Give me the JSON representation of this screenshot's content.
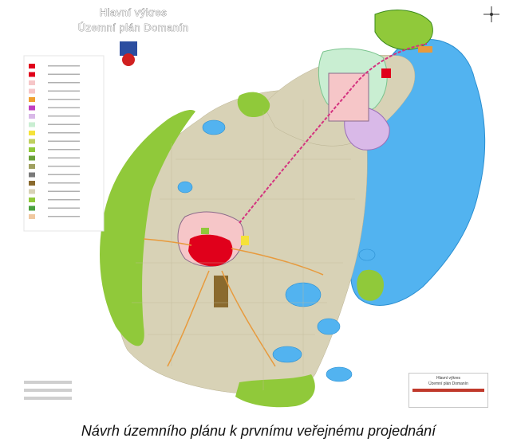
{
  "map": {
    "title_line1": "Hlavní výkres",
    "title_line2": "Územní plán Domanín",
    "stamp_line1": "Hlavní výkres",
    "stamp_line2": "Územní plán Domanín",
    "colors": {
      "agricultural": "#d8d2b6",
      "forest": "#90c93a",
      "water": "#52b3f0",
      "residential": "#f6c6c8",
      "civic": "#e0001b",
      "recreation": "#c9eed2",
      "industrial": "#d9b9e8",
      "transit_line": "#d4327f",
      "road": "#e89a3c",
      "grid": "#8a6a8a"
    },
    "icons": [
      "compass-rose-icon",
      "municipal-coat-of-arms"
    ]
  },
  "caption": "Návrh územního plánu k prvnímu veřejnému projednání"
}
